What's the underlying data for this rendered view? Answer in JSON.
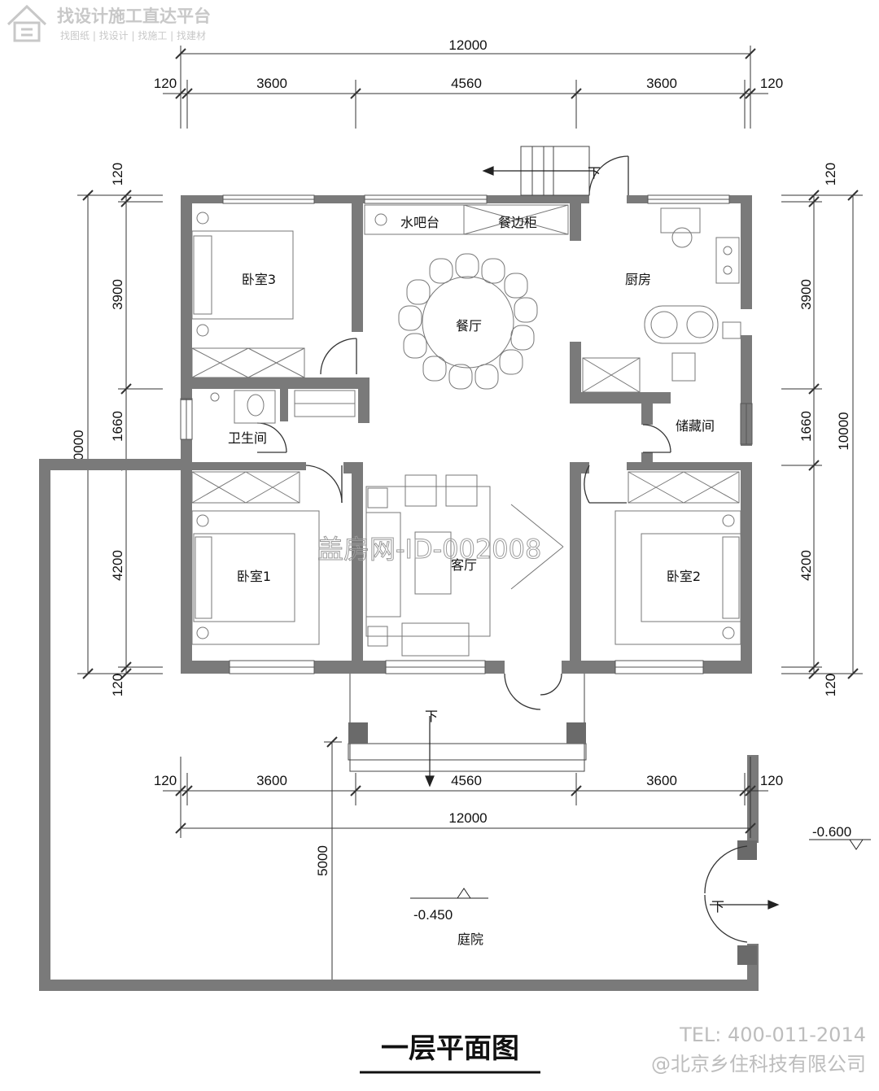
{
  "brand": {
    "slogan": "找设计施工直达平台",
    "tagline": "找图纸 | 找设计 | 找施工 | 找建材"
  },
  "dimensions": {
    "top_total": "12000",
    "top_left_edge": "120",
    "top_seg1": "3600",
    "top_seg2": "4560",
    "top_seg3": "3600",
    "top_right_edge": "120",
    "left_top_edge": "120",
    "left_seg1": "3900",
    "left_seg2": "1660",
    "left_seg3": "4200",
    "left_bottom_edge": "120",
    "left_total": "10000",
    "right_top_edge": "120",
    "right_seg1": "3900",
    "right_seg2": "1660",
    "right_seg3": "4200",
    "right_bottom_edge": "120",
    "right_total": "10000",
    "bottom_left_edge": "120",
    "bottom_seg1": "3600",
    "bottom_seg2": "4560",
    "bottom_seg3": "3600",
    "bottom_right_edge": "120",
    "bottom_total": "12000",
    "yard_depth": "5000"
  },
  "rooms": {
    "bedroom3": "卧室3",
    "water_bar": "水吧台",
    "sideboard": "餐边柜",
    "dining": "餐厅",
    "kitchen": "厨房",
    "bathroom": "卫生间",
    "storage": "储藏间",
    "bedroom1": "卧室1",
    "living": "客厅",
    "bedroom2": "卧室2",
    "yard": "庭院"
  },
  "levels": {
    "outside": "-0.600",
    "yard": "-0.450"
  },
  "stairs": {
    "down1": "下",
    "down2": "下",
    "down3": "下"
  },
  "watermark": "盖房网-ID-002008",
  "title": "一层平面图",
  "footer": {
    "tel": "TEL: 400-011-2014",
    "company": "@北京乡住科技有限公司"
  }
}
